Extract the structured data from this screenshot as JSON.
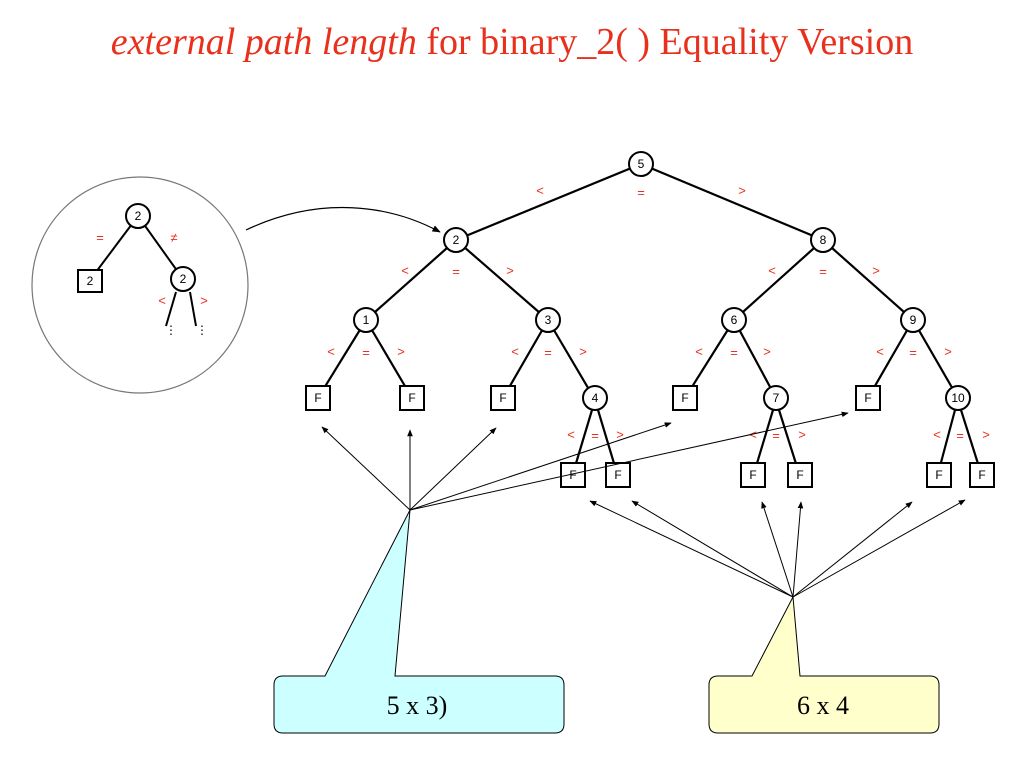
{
  "title": {
    "italic": "external path length",
    "rest": " for binary_2( ) Equality Version"
  },
  "colors": {
    "title": "#e8301c",
    "relation": "#e8301c",
    "callout_left": "#ccffff",
    "callout_right": "#ffffcc"
  },
  "tree": {
    "nodes": [
      {
        "id": "n5",
        "label": "5"
      },
      {
        "id": "n2",
        "label": "2"
      },
      {
        "id": "n8",
        "label": "8"
      },
      {
        "id": "n1",
        "label": "1"
      },
      {
        "id": "n3",
        "label": "3"
      },
      {
        "id": "n6",
        "label": "6"
      },
      {
        "id": "n9",
        "label": "9"
      },
      {
        "id": "n4",
        "label": "4"
      },
      {
        "id": "n7",
        "label": "7"
      },
      {
        "id": "n10",
        "label": "10"
      }
    ],
    "leaf_label": "F",
    "relations": {
      "lt": "<",
      "eq": "=",
      "gt": ">",
      "ne": "≠"
    }
  },
  "inset": {
    "root_label": "2",
    "leaf_label": "2",
    "child_label": "2"
  },
  "callouts": {
    "left": "5 x 3)",
    "right": "6 x 4"
  }
}
